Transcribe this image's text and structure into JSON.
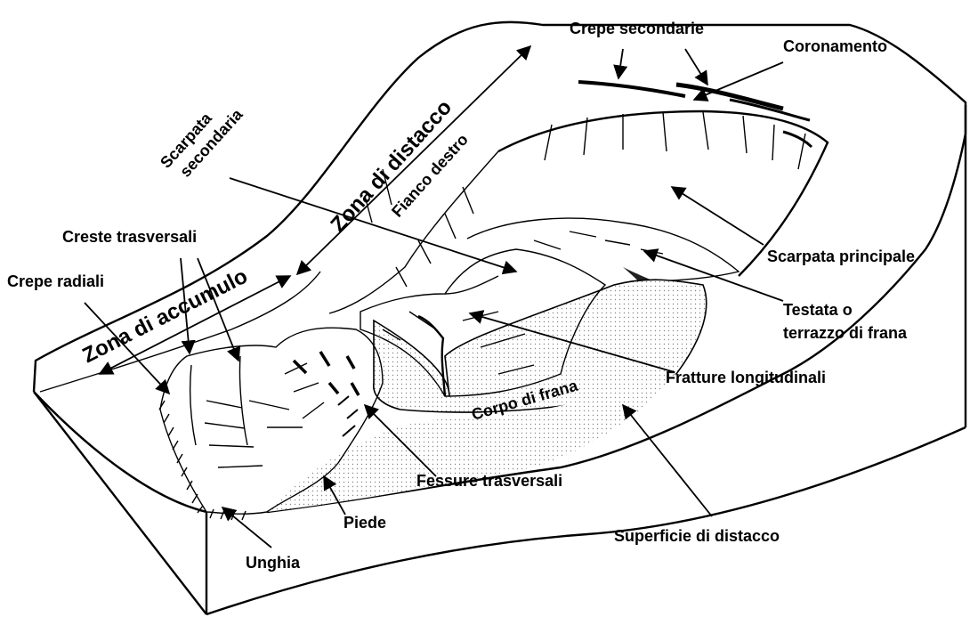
{
  "diagram": {
    "labels": {
      "crepe_secondarie": "Crepe secondarie",
      "coronamento": "Coronamento",
      "scarpata_secondaria_1": "Scarpata",
      "scarpata_secondaria_2": "secondaria",
      "zona_distacco": "Zona di distacco",
      "fianco_destro": "Fianco destro",
      "creste_trasversali": "Creste trasversali",
      "crepe_radiali": "Crepe radiali",
      "zona_accumulo": "Zona di accumulo",
      "scarpata_principale": "Scarpata principale",
      "testata_1": "Testata o",
      "testata_2": "terrazzo di frana",
      "fratture_longitudinali": "Fratture longitudinali",
      "corpo_di_frana": "Corpo di frana",
      "fessure_trasversali": "Fessure trasversali",
      "piede": "Piede",
      "superficie_distacco": "Superficie di distacco",
      "unghia": "Unghia"
    }
  }
}
